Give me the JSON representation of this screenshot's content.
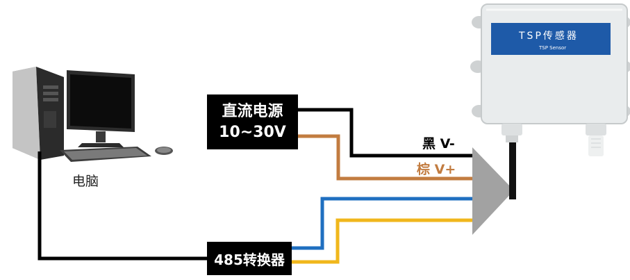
{
  "computer": {
    "label": "电脑"
  },
  "power_supply": {
    "line1": "直流电源",
    "line2": "10~30V"
  },
  "converter": {
    "label": "485转换器"
  },
  "wires": {
    "black": {
      "label": "黑 V-",
      "color": "#000000"
    },
    "brown": {
      "label": "棕 V+",
      "color": "#c27c40"
    },
    "blue": {
      "color": "#1f6fc0"
    },
    "yellow": {
      "color": "#f0b71c"
    }
  },
  "sensor": {
    "title": "TSP传感器",
    "subtitle": "TSP Sensor",
    "label_color": "#1e5aa8"
  }
}
